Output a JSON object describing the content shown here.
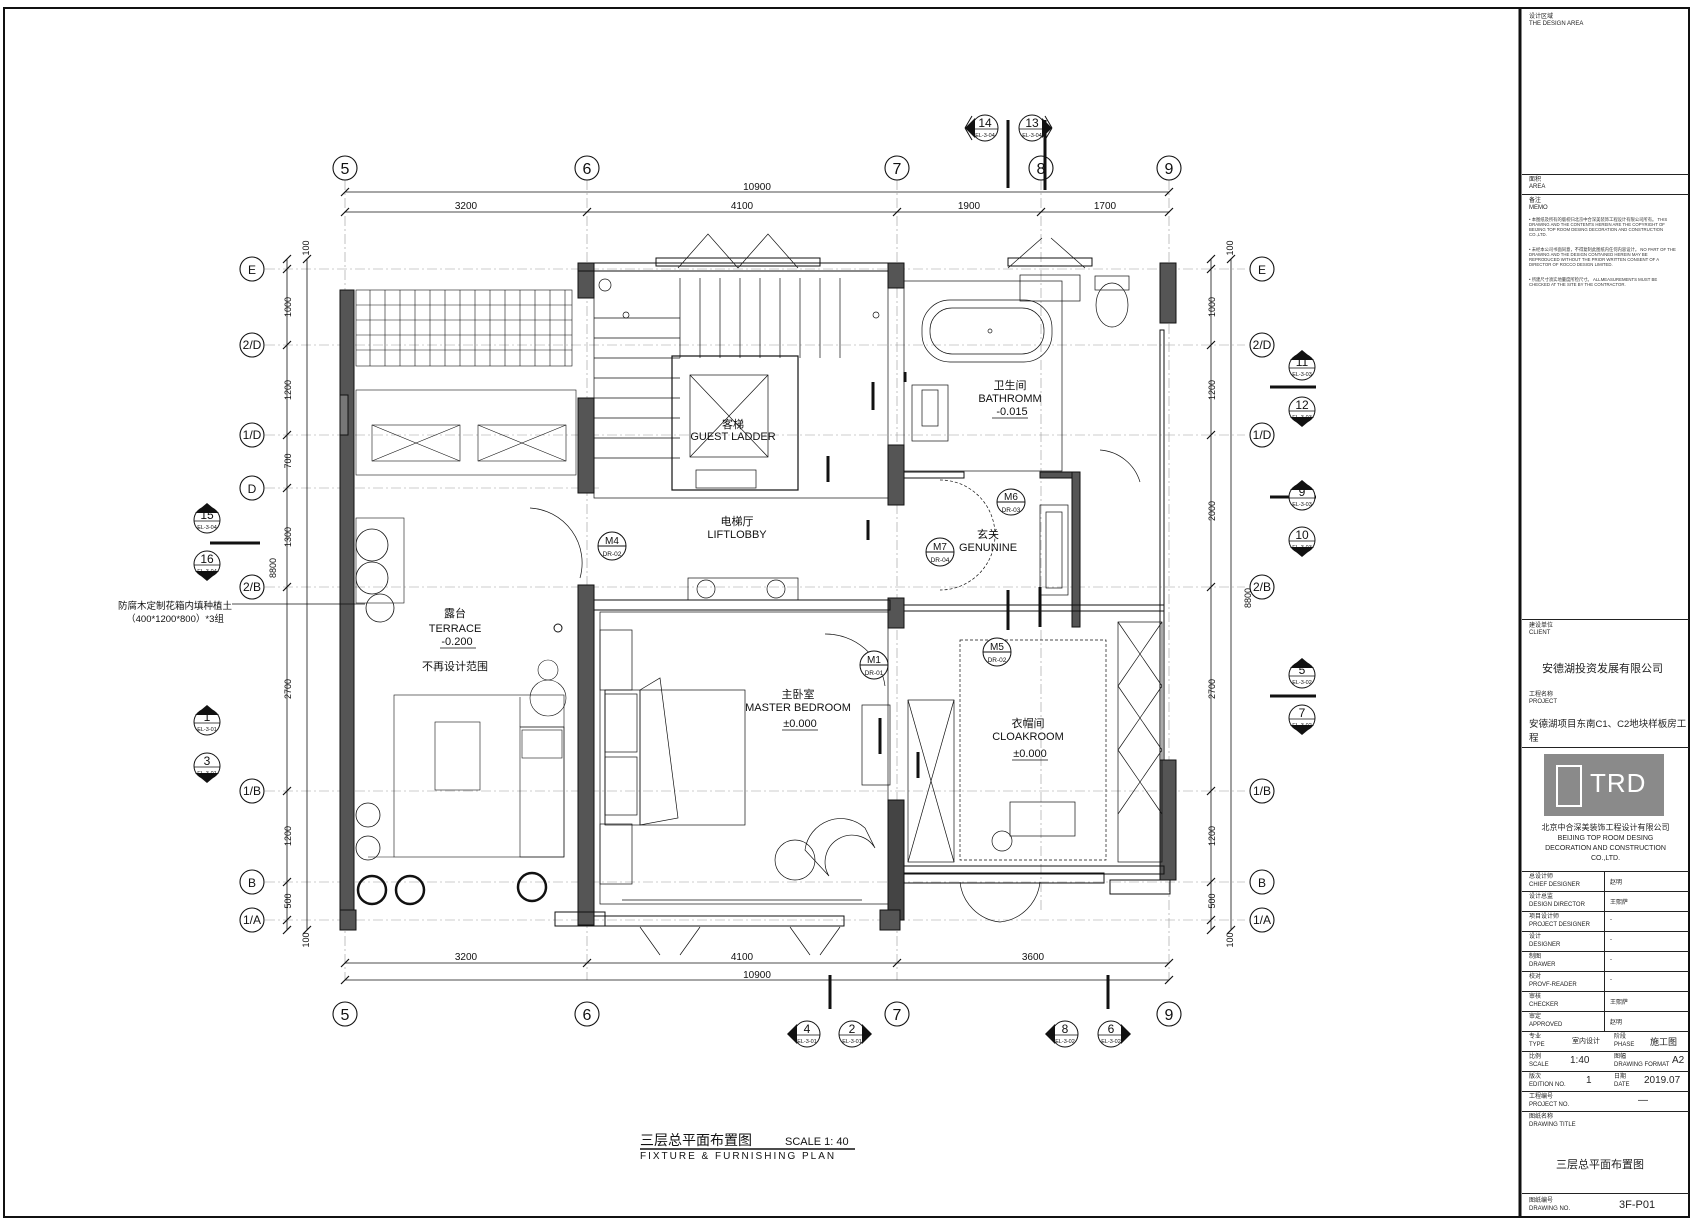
{
  "title_cn": "三层总平面布置图",
  "title_scale": "SCALE 1: 40",
  "title_en": "FIXTURE & FURNISHING PLAN",
  "grid": {
    "cols": [
      "5",
      "6",
      "7",
      "8",
      "9"
    ],
    "rows": [
      "E",
      "2/D",
      "1/D",
      "D",
      "2/B",
      "1/B",
      "B",
      "1/A"
    ]
  },
  "dims": {
    "top_total": "10900",
    "top": [
      "3200",
      "4100",
      "1900",
      "1700"
    ],
    "bottom_total": "10900",
    "bottom": [
      "3200",
      "4100",
      "3600"
    ],
    "left": [
      "100",
      "1000",
      "1200",
      "700",
      "1300",
      "2700",
      "1200",
      "500",
      "100"
    ],
    "left_total": "8800",
    "right": [
      "100",
      "1000",
      "1200",
      "2000",
      "2700",
      "1200",
      "500",
      "100"
    ],
    "right_total": "8800"
  },
  "rooms": {
    "terrace_cn": "露台",
    "terrace_en": "TERRACE",
    "terrace_lvl": "-0.200",
    "terrace_note": "不再设计范围",
    "guest_cn": "客梯",
    "guest_en": "GUEST LADDER",
    "lift_cn": "电梯厅",
    "lift_en": "LIFTLOBBY",
    "bath_cn": "卫生间",
    "bath_en": "BATHROMM",
    "bath_lvl": "-0.015",
    "gen_cn": "玄关",
    "gen_en": "GENUNINE",
    "master_cn": "主卧室",
    "master_en": "MASTER BEDROOM",
    "master_lvl": "±0.000",
    "cloak_cn": "衣帽间",
    "cloak_en": "CLOAKROOM",
    "cloak_lvl": "±0.000"
  },
  "doors": {
    "m4": "M4",
    "m4s": "DR-02",
    "m6": "M6",
    "m6s": "DR-03",
    "m7": "M7",
    "m7s": "DR-04",
    "m1": "M1",
    "m1s": "DR-01",
    "m5": "M5",
    "m5s": "DR-02"
  },
  "callouts": {
    "c14": "14",
    "c13": "13",
    "c11": "11",
    "c12": "12",
    "c9": "9",
    "c10": "10",
    "c5": "5",
    "c7": "7",
    "c15": "15",
    "c16": "16",
    "c1": "1",
    "c3": "3",
    "c4": "4",
    "c2": "2",
    "c8": "8",
    "c6": "6",
    "ref_a": "EL-3-04",
    "ref_b": "EL-3-03",
    "ref_c": "EL-3-02",
    "ref_d": "EL-3-01"
  },
  "annotation": {
    "line1": "防腐木定制花箱内填种植土",
    "line2": "（400*1200*800）*3组"
  },
  "titleblock": {
    "design_area_cn": "设计区域",
    "design_area_en": "THE DESIGN AREA",
    "area_cn": "面积",
    "area_en": "AREA",
    "memo_cn": "备注",
    "memo_en": "MEMO",
    "memo1": "• 本图纸及所有的版权归北京中合深美装饰工程设计有限公司所有。 THIS DRAWING AND THE CONTENTS HEREIN ARE THE COPYRIGHT OF BEIJING TOP ROOM DESING DECORATION AND CONSTRUCTION CO.,LTD.",
    "memo2": "• 未经本公司书面同意，不得复制此图纸内任何内容设计。 NO PART OF THE DRAWING AND THE DESIGN CONTAINED HEREIN MAY BE REPRODUCED WITHOUT THE PRIOR WRITTEN CONSENT OF A DIRECTOR OF ROCCO DESIGN LIMITED.",
    "memo3": "• 所建尺寸须实地量度所检尺寸。 ALLMEASUREMENTS MUST BE CHECKED AT THE SITE BY THE CONTRACTOR.",
    "client_cn": "建设单位",
    "client_en": "CLIENT",
    "client": "安德湖投资发展有限公司",
    "project_cn": "工程名称",
    "project_en": "PROJECT",
    "project": "安德湖项目东南C1、C2地块样板房工程",
    "logo": "TRD",
    "company_cn": "北京中合深美装饰工程设计有限公司",
    "company_en1": "BEIJING TOP ROOM DESING",
    "company_en2": "DECORATION AND CONSTRUCTION",
    "company_en3": "CO.,LTD.",
    "roles": [
      {
        "cn": "总设计师",
        "en": "CHIEF DESIGNER",
        "name": "赵明"
      },
      {
        "cn": "设计总监",
        "en": "DESIGN DIRECTOR",
        "name": "王熙萨"
      },
      {
        "cn": "项目设计师",
        "en": "PROJECT DESIGNER",
        "name": "-"
      },
      {
        "cn": "设计",
        "en": "DESIGNER",
        "name": "-"
      },
      {
        "cn": "制图",
        "en": "DRAWER",
        "name": "-"
      },
      {
        "cn": "校对",
        "en": "PROVF-READER",
        "name": "-"
      },
      {
        "cn": "审核",
        "en": "CHECKER",
        "name": "王熙萨"
      },
      {
        "cn": "审定",
        "en": "APPROVED",
        "name": "赵明"
      }
    ],
    "type_cn": "专业",
    "type_en": "TYPE",
    "type_val": "室内设计",
    "phase_cn": "阶段",
    "phase_en": "PHASE",
    "phase_val": "施工图",
    "scale_cn": "比例",
    "scale_en": "SCALE",
    "scale_val": "1:40",
    "format_cn": "图幅",
    "format_en": "DRAWING FORMAT",
    "format_val": "A2",
    "edition_cn": "版次",
    "edition_en": "EDITION NO.",
    "edition_val": "1",
    "date_cn": "日期",
    "date_en": "DATE",
    "date_val": "2019.07",
    "projno_cn": "工程编号",
    "projno_en": "PROJECT NO.",
    "projno_val": "—",
    "dtitle_cn": "图纸名称",
    "dtitle_en": "DRAWING  TITLE",
    "dtitle_val": "三层总平面布置图",
    "dno_cn": "图纸编号",
    "dno_en": "DRAWING NO.",
    "dno_val": "3F-P01"
  },
  "colors": {
    "line": "#111111",
    "wall": "#555555",
    "logo_bg": "#8a8a8a"
  }
}
